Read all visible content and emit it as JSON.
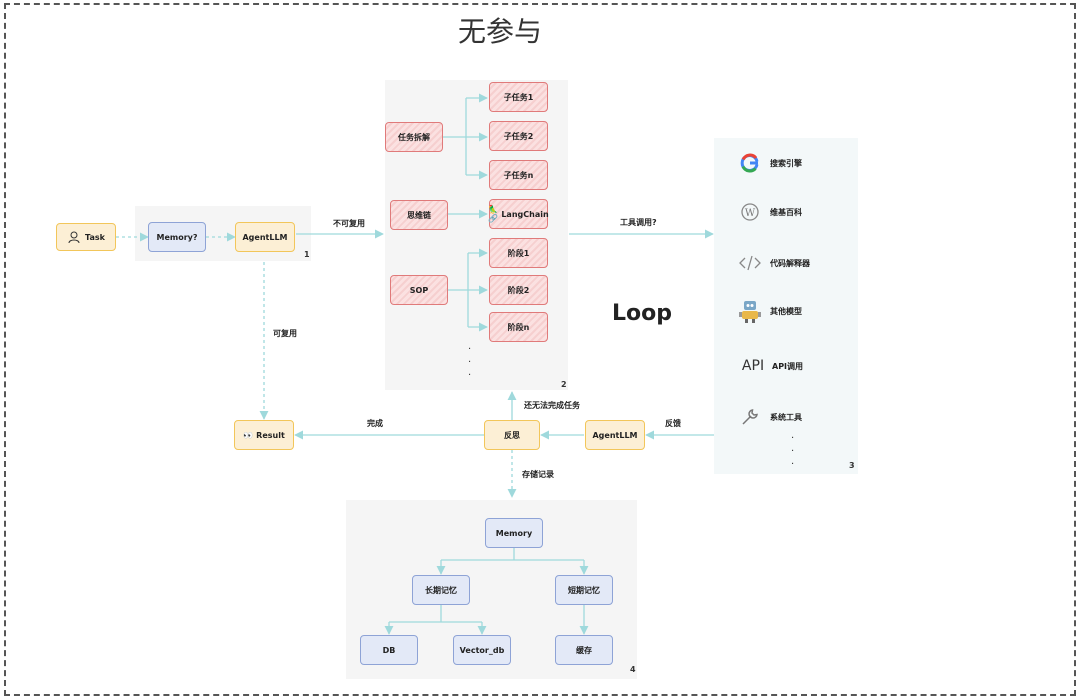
{
  "title": "无参与",
  "loop_label": "Loop",
  "panels": {
    "p1": "1",
    "p2": "2",
    "p3": "3",
    "p4": "4"
  },
  "nodes": {
    "task": "Task",
    "memory_q": "Memory?",
    "agentllm_1": "AgentLLM",
    "task_decompose": "任务拆解",
    "subtask1": "子任务1",
    "subtask2": "子任务2",
    "subtaskn": "子任务n",
    "chain_of_thought": "思维链",
    "langchain": "LangChain",
    "sop": "SOP",
    "stage1": "阶段1",
    "stage2": "阶段2",
    "stagen": "阶段n",
    "result": "Result",
    "reflect": "反思",
    "agentllm_2": "AgentLLM",
    "memory": "Memory",
    "long_term": "长期记忆",
    "short_term": "短期记忆",
    "db": "DB",
    "vector_db": "Vector_db",
    "cache": "缓存"
  },
  "edge_labels": {
    "not_reusable": "不可复用",
    "reusable": "可复用",
    "tool_call": "工具调用?",
    "feedback": "反馈",
    "unfinished": "还无法完成任务",
    "done": "完成",
    "store": "存储记录"
  },
  "tools": [
    {
      "icon": "google-icon",
      "label": "搜索引擎"
    },
    {
      "icon": "wikipedia-icon",
      "label": "维基百科"
    },
    {
      "icon": "code-icon",
      "label": "代码解释器"
    },
    {
      "icon": "robot-icon",
      "label": "其他模型"
    },
    {
      "icon": "api-icon",
      "icon_text": "API",
      "label": "API调用"
    },
    {
      "icon": "wrench-icon",
      "label": "系统工具"
    }
  ],
  "colors": {
    "edge": "#9fd9dc",
    "yellow_fill": "#fcefd5",
    "yellow_border": "#f2c65a",
    "blue_fill": "#e3e9f7",
    "blue_border": "#8ea3d6",
    "red_border": "#e07a7a"
  }
}
